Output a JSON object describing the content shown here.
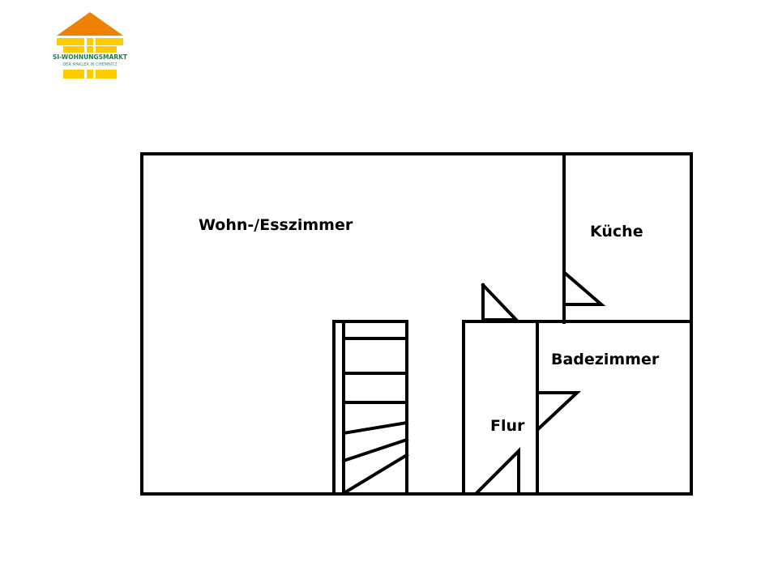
{
  "logo": {
    "brand": "SI-WOHNUNGSMARKT",
    "tagline": "DER MAKLER IN CHEMNITZ",
    "colors": {
      "roof": "#ee8100",
      "bars": "#ffcc00",
      "brand_text": "#1e7a4a",
      "tagline_text": "#4a8a70"
    }
  },
  "floorplan": {
    "rooms": {
      "living": "Wohn-/Esszimmer",
      "kitchen": "Küche",
      "bathroom": "Badezimmer",
      "hallway": "Flur"
    },
    "wall_color": "#000000"
  }
}
